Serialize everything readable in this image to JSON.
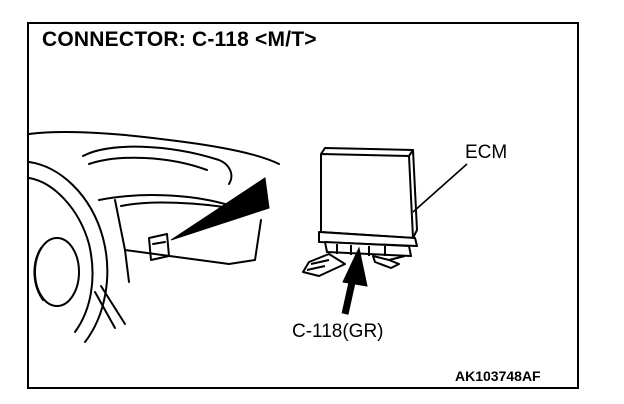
{
  "diagram": {
    "title": "CONNECTOR: C-118 <M/T>",
    "ecm_label": "ECM",
    "connector_label": "C-118(GR)",
    "reference_code": "AK103748AF"
  },
  "colors": {
    "line": "#000000",
    "background": "#ffffff"
  }
}
